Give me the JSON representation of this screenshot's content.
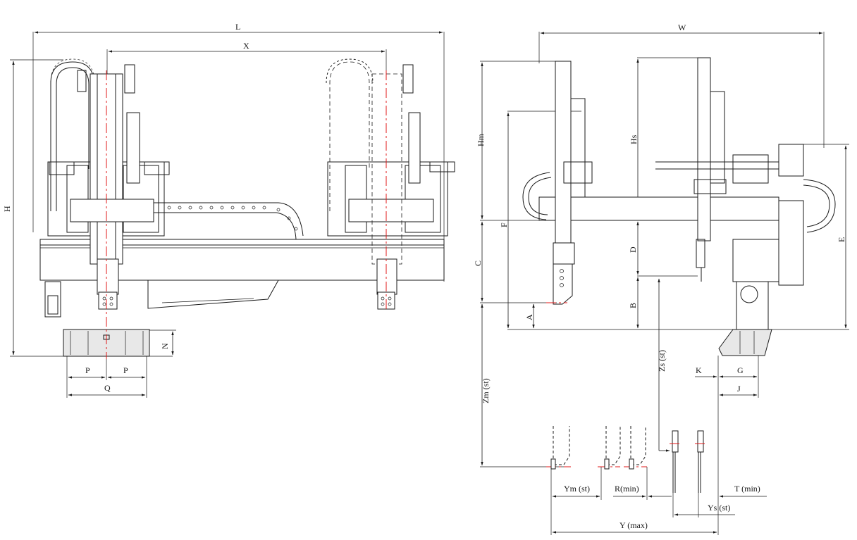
{
  "front_view": {
    "labels": {
      "L": "L",
      "X": "X",
      "H": "H",
      "N": "N",
      "P1": "P",
      "P2": "P",
      "Q": "Q"
    }
  },
  "side_view": {
    "labels": {
      "W": "W",
      "Hm": "Hm",
      "Hs": "Hs",
      "F": "F",
      "C": "C",
      "D": "D",
      "B": "B",
      "A": "A",
      "E": "E",
      "K": "K",
      "G": "G",
      "J": "J",
      "Zs": "Zs (st)",
      "Zm": "Zm (st)",
      "Ym": "Ym (st)",
      "R": "R(min)",
      "T": "T (min)",
      "Ys": "Ys (st)",
      "Y": "Y (max)"
    }
  },
  "colors": {
    "line": "#1a1a1a",
    "centerline": "#e01818",
    "background": "#ffffff"
  }
}
